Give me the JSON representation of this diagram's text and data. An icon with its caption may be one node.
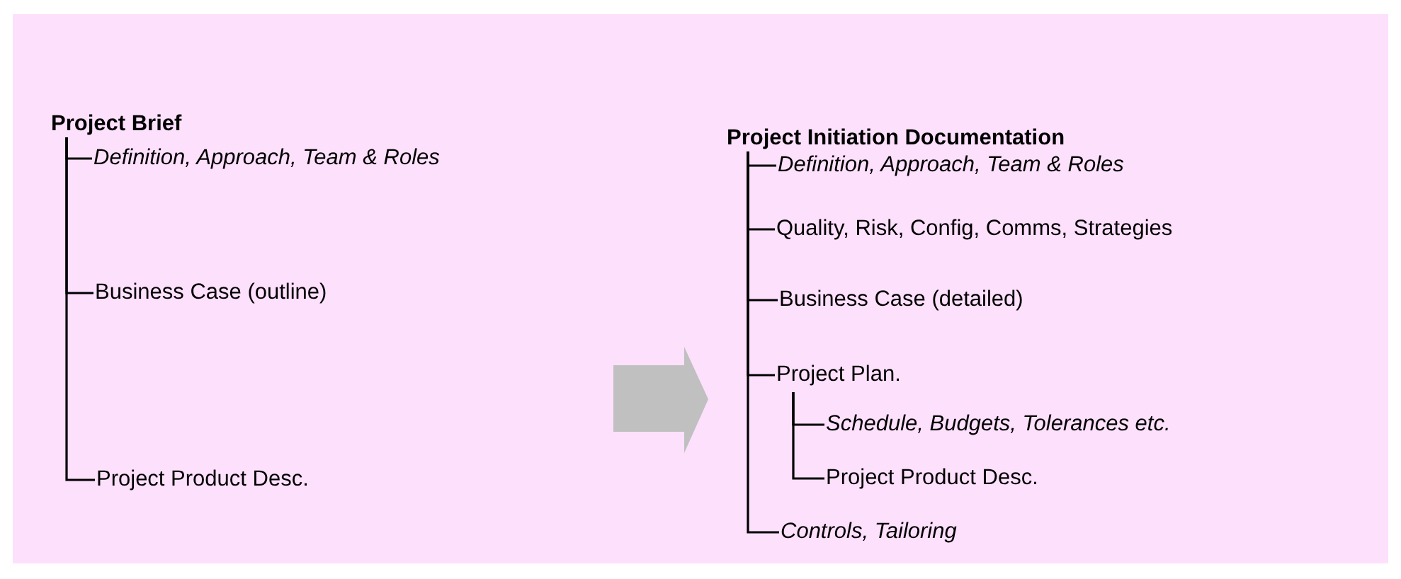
{
  "diagram": {
    "nodes": [
      {
        "text": [
          "Project Brief"
        ]
      },
      {
        "text": [
          "Definition, Approach, Team & Roles"
        ]
      },
      {
        "text": [
          "Business Case (outline)"
        ]
      },
      {
        "text": [
          "Project Product Desc."
        ]
      },
      {
        "text": [
          "Project Initiation Documentation"
        ]
      },
      {
        "text": [
          "Definition, Approach, Team & Roles"
        ]
      },
      {
        "text": [
          "Quality, Risk, Config, Comms, Strategies"
        ]
      },
      {
        "text": [
          "Business Case (detailed)"
        ]
      },
      {
        "text": [
          "Project Plan."
        ]
      },
      {
        "text": [
          "Schedule, Budgets, Tolerances etc."
        ]
      },
      {
        "text": [
          "Project Product Desc."
        ]
      },
      {
        "text": [
          "Controls, Tailoring"
        ]
      }
    ],
    "edges": [
      {
        "from": 0,
        "to": 1,
        "arrow": "none"
      },
      {
        "from": 0,
        "to": 2,
        "arrow": "none"
      },
      {
        "from": 0,
        "to": 3,
        "arrow": "none"
      },
      {
        "from": 4,
        "to": 5,
        "arrow": "none"
      },
      {
        "from": 4,
        "to": 6,
        "arrow": "none"
      },
      {
        "from": 4,
        "to": 7,
        "arrow": "none"
      },
      {
        "from": 4,
        "to": 8,
        "arrow": "none"
      },
      {
        "from": 8,
        "to": 9,
        "arrow": "none"
      },
      {
        "from": 8,
        "to": 10,
        "arrow": "none"
      },
      {
        "from": 4,
        "to": 11,
        "arrow": "none"
      }
    ]
  }
}
